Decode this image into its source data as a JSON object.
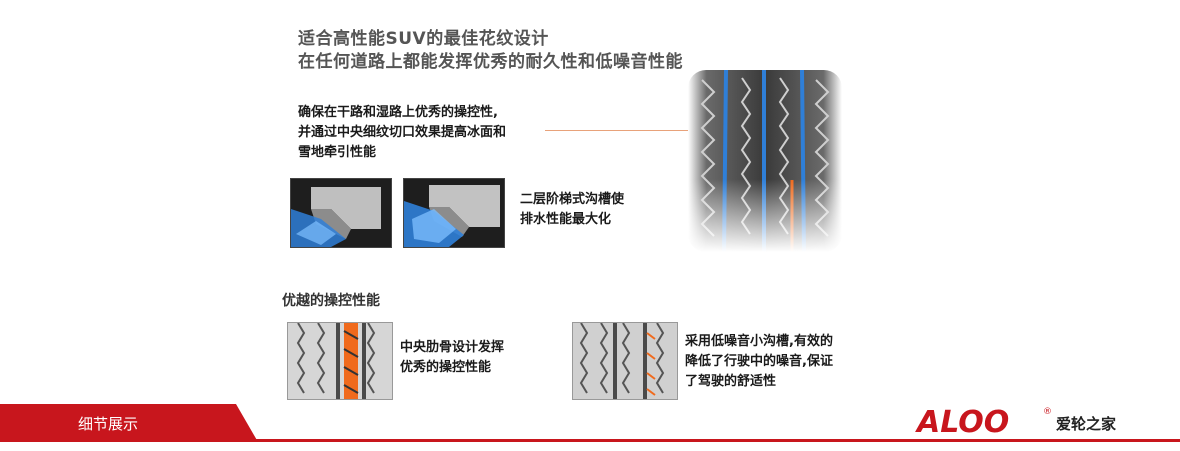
{
  "headline": {
    "line1": "适合高性能SUV的最佳花纹设计",
    "line2": "在任何道路上都能发挥优秀的耐久性和低噪音性能"
  },
  "traction_callout": {
    "lines": [
      "确保在干路和湿路上优秀的操控性,",
      "并通过中央细纹切口效果提高冰面和",
      "雪地牵引性能"
    ]
  },
  "drainage_callout": {
    "lines": [
      "二层阶梯式沟槽使",
      "排水性能最大化"
    ]
  },
  "handling_section": {
    "title": "优越的操控性能",
    "rib_caption": [
      "中央肋骨设计发挥",
      "优秀的操控性能"
    ],
    "noise_caption": [
      "采用低噪音小沟槽,有效的",
      "降低了行驶中的噪音,保证",
      "了驾驶的舒适性"
    ]
  },
  "footer": {
    "tab_label": "细节展示",
    "brand_logo": "ALOO",
    "brand_name": "爱轮之家"
  },
  "colors": {
    "accent_red": "#c8161d",
    "groove_blue": "#2f7fd8",
    "rib_orange": "#f06a1c"
  }
}
